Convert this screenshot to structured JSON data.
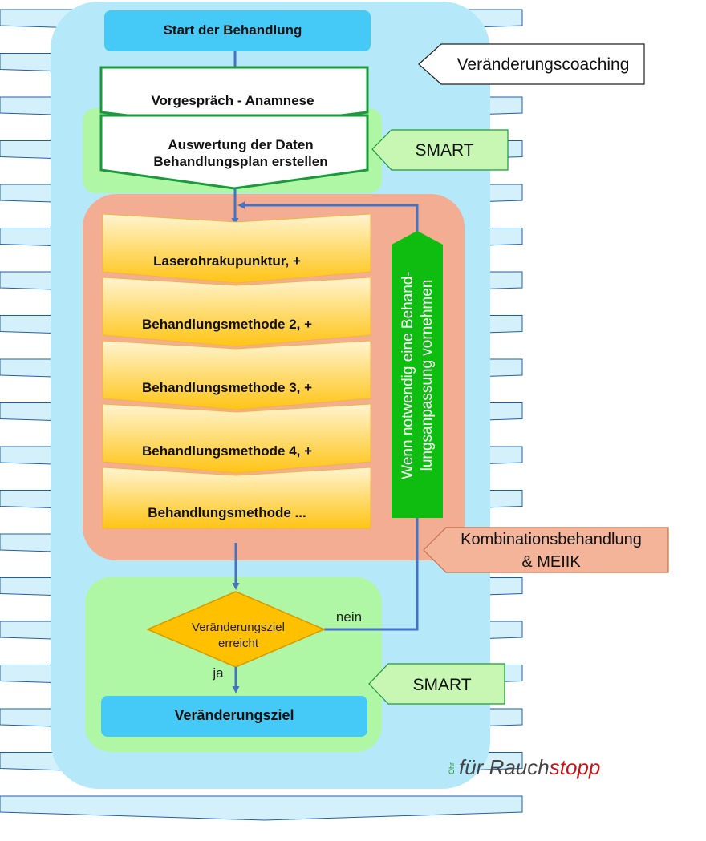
{
  "start": "Start der Behandlung",
  "step_vorgespraech": "Vorgespräch - Anamnese",
  "step_auswertung": [
    "Auswertung der Daten",
    "Behandlungsplan erstellen"
  ],
  "methods": [
    "Laserohrakupunktur, +",
    "Behandlungsmethode 2,  +",
    "Behandlungsmethode 3, +",
    "Behandlungsmethode 4, +",
    "Behandlungsmethode ..."
  ],
  "adjustment_note": [
    "Wenn notwendig eine Behand-",
    "lungsanpassung vornehmen"
  ],
  "decision": [
    "Veränderungsziel",
    "erreicht"
  ],
  "label_nein": "nein",
  "label_ja": "ja",
  "goal": "Veränderungsziel",
  "side_labels": {
    "coaching": "Veränderungscoaching",
    "smart_top": "SMART",
    "kombination": [
      "Kombinationsbehandlung",
      "& MEIIK"
    ],
    "smart_bottom": "SMART"
  },
  "logo": {
    "prefix": "für Rauch",
    "suffix": "stopp",
    "small": "Ohr"
  },
  "colors": {
    "outer_panel": "#b5e8f8",
    "stripe_fill": "#d4f1fb",
    "stripe_stroke": "#1f5fa8",
    "green_panel": "#aff7a4",
    "orange_panel": "#f2ad92",
    "blue_box": "#45c9f7",
    "green_stroke": "#1a9a3a",
    "vertical_bar": "#0fbd10",
    "diamond": "#ffc000",
    "arrow": "#4472c4",
    "logo_red": "#c0161b"
  }
}
